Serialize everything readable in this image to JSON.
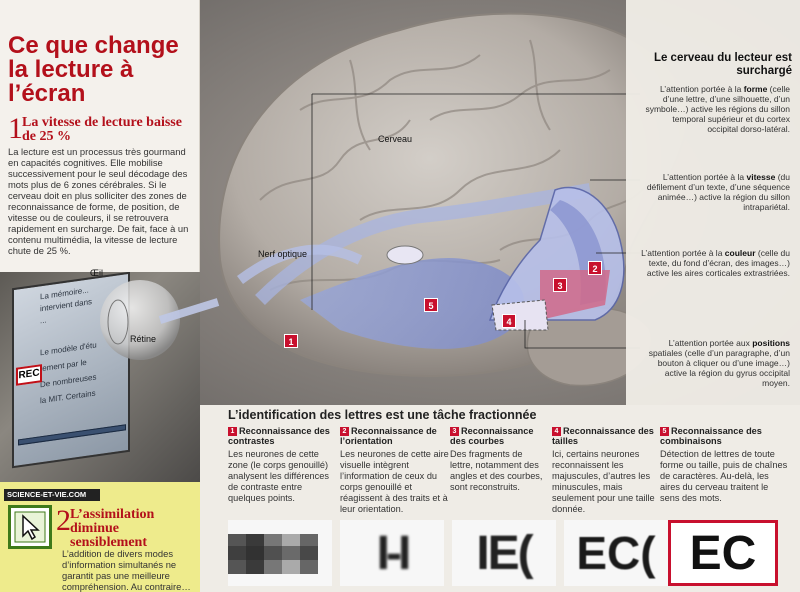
{
  "left": {
    "title": "Ce que change la lecture à l’écran",
    "section1": {
      "number": "1",
      "heading": "La vitesse de lecture baisse de 25 %",
      "body": "La lecture est un processus très gourmand en capacités cognitives. Elle mobilise successivement pour le seul décodage des mots plus de 6 zones cérébrales. Si le cerveau doit en plus solliciter des zones de reconnaissance de forme, de position, de vitesse ou de couleurs, il se retrouvera rapidement en surcharge. De fait, face à un contenu multimédia, la vitesse de lecture chute de 25 %."
    },
    "photo": {
      "screen_lines": [
        "La mémoire...",
        "intervient dans",
        "...",
        "Le modèle d'étu",
        "tement par le",
        "De nombreuses",
        "la MIT. Certains"
      ],
      "rec": "REC"
    },
    "site_label": "SCIENCE-ET-VIE.COM",
    "section2": {
      "number": "2",
      "heading": "L’assimilation diminue sensiblement",
      "body": "L’addition de divers modes d’information simultanés ne garantit pas une meilleure compréhension. Au contraire…"
    }
  },
  "brain": {
    "labels": {
      "cerveau": "Cerveau",
      "nerf": "Nerf optique",
      "oeil": "Œil",
      "retine": "Rétine"
    },
    "marks": [
      "1",
      "5",
      "4",
      "3",
      "2"
    ],
    "surcharge_title": "Le cerveau du lecteur est surchargé",
    "callouts": [
      {
        "before": "L’attention portée à la ",
        "bold": "forme",
        "after": " (celle d’une lettre, d’une silhouette, d’un symbole…) active les régions du sillon temporal supérieur et du cortex occipital dorso-latéral."
      },
      {
        "before": "L’attention portée à la ",
        "bold": "vitesse",
        "after": " (du défilement d’un texte, d’une séquence animée…) active la région du sillon intrapariétal."
      },
      {
        "before": "L’attention portée à la ",
        "bold": "couleur",
        "after": " (celle du texte, du fond d’écran, des images…) active les aires corticales extrastriées."
      },
      {
        "before": "L’attention portée aux ",
        "bold": "positions",
        "after": " spatiales (celle d’un paragraphe, d’un bouton à cliquer ou d’une image…) active la région du gyrus occipital moyen."
      }
    ]
  },
  "bottom": {
    "title": "L’identification des lettres est une tâche fractionnée",
    "steps": [
      {
        "num": "1",
        "head": "Reconnaissance des contrastes",
        "body": "Les neurones de cette zone (le corps genouillé) analysent les différences de contraste entre quelques points."
      },
      {
        "num": "2",
        "head": "Reconnaissance de l’orientation",
        "body": "Les neurones de cette aire visuelle intègrent l’information de ceux du corps genouillé et réagissent à des traits et à leur orientation."
      },
      {
        "num": "3",
        "head": "Reconnaissance des courbes",
        "body": "Des fragments de lettre, notamment des angles et des courbes, sont reconstruits."
      },
      {
        "num": "4",
        "head": "Reconnaissance des tailles",
        "body": "Ici, certains neurones reconnaissent les majuscules, d’autres les minuscules, mais seulement pour une taille donnée."
      },
      {
        "num": "5",
        "head": "Reconnaissance des combinaisons",
        "body": "Détection de lettres de toute forme ou taille, puis de chaînes de caractères. Au-delà, les aires du cerveau traitent le sens des mots."
      }
    ],
    "letter_tiles": [
      "",
      "I-I",
      "IE(",
      "EC(",
      "EC"
    ]
  }
}
